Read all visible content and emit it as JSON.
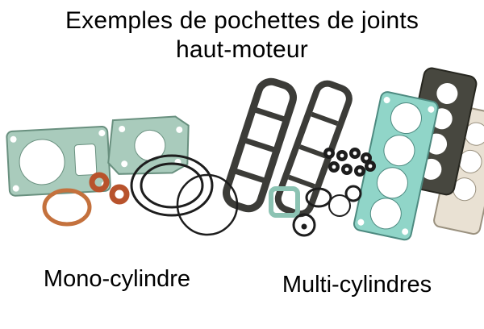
{
  "title": {
    "line1": "Exemples de pochettes de joints",
    "line2": "haut-moteur"
  },
  "captions": {
    "mono": "Mono-cylindre",
    "multi": "Multi-cylindres"
  },
  "colors": {
    "background": "#ffffff",
    "text": "#000000",
    "gasket_green": "#a9cbbc",
    "gasket_aqua": "#90d5c8",
    "gasket_dark": "#3c3c38",
    "gasket_charcoal": "#47473f",
    "gasket_beige": "#e9e1d3",
    "gasket_orange": "#b8532c",
    "gasket_tan": "#c4713d",
    "ring_black": "#1d1d1d"
  }
}
